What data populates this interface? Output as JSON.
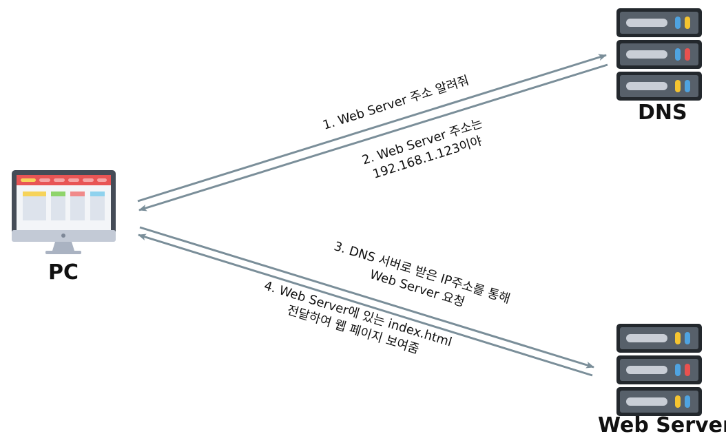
{
  "nodes": {
    "pc": {
      "label": "PC",
      "icon": "monitor-icon"
    },
    "dns": {
      "label": "DNS",
      "icon": "server-icon"
    },
    "web_server": {
      "label": "Web Server",
      "icon": "server-icon"
    }
  },
  "edges": [
    {
      "id": "step1",
      "from": "PC",
      "to": "DNS",
      "lines": [
        "1. Web Server 주소 알려줘"
      ]
    },
    {
      "id": "step2",
      "from": "DNS",
      "to": "PC",
      "lines": [
        "2. Web Server 주소는",
        "192.168.1.123이야"
      ]
    },
    {
      "id": "step3",
      "from": "PC",
      "to": "Web Server",
      "lines": [
        "3. DNS 서버로 받은 IP주소를 통해",
        "Web Server 요청"
      ]
    },
    {
      "id": "step4",
      "from": "Web Server",
      "to": "PC",
      "lines": [
        "4. Web Server에 있는 index.html",
        "전달하여 웹 페이지 보여줌"
      ]
    }
  ],
  "colors": {
    "arrow": "#7a8e99",
    "server_body": "#57606a",
    "server_frame": "#23282d",
    "server_slot": "#c9ced6",
    "led_blue": "#4fa3e0",
    "led_yellow": "#f5c430",
    "led_red": "#e8514f",
    "monitor_frame": "#454c57",
    "monitor_header": "#e85555",
    "monitor_stand": "#aab3c2",
    "card_yellow": "#f6d35b",
    "card_green": "#8fd46b",
    "card_red": "#f08a8a",
    "card_blue": "#8fd2ee",
    "card_body": "#dde3ec"
  }
}
